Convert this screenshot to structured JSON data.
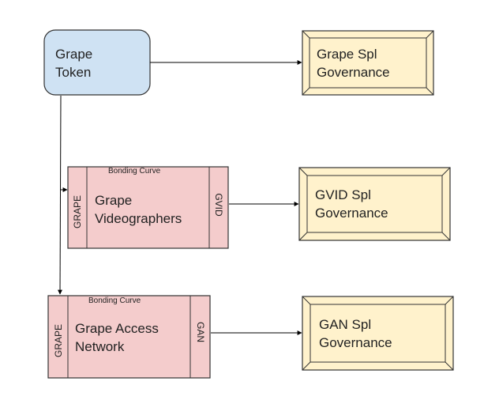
{
  "nodes": {
    "token": {
      "line1": "Grape",
      "line2": "Token"
    },
    "grape_spl": {
      "line1": "Grape Spl",
      "line2": "Governance"
    },
    "videographers": {
      "top": "Bonding Curve",
      "left": "GRAPE",
      "line1": "Grape",
      "line2": "Videographers",
      "right": "GVID"
    },
    "gvid_spl": {
      "line1": "GVID Spl",
      "line2": "Governance"
    },
    "access_network": {
      "top": "Bonding Curve",
      "left": "GRAPE",
      "line1": "Grape Access",
      "line2": "Network",
      "right": "GAN"
    },
    "gan_spl": {
      "line1": "GAN Spl",
      "line2": "Governance"
    }
  },
  "colors": {
    "token_fill": "#cfe2f3",
    "curve_fill": "#f4cccc",
    "governance_fill": "#fff2cc",
    "stroke": "#333333"
  }
}
